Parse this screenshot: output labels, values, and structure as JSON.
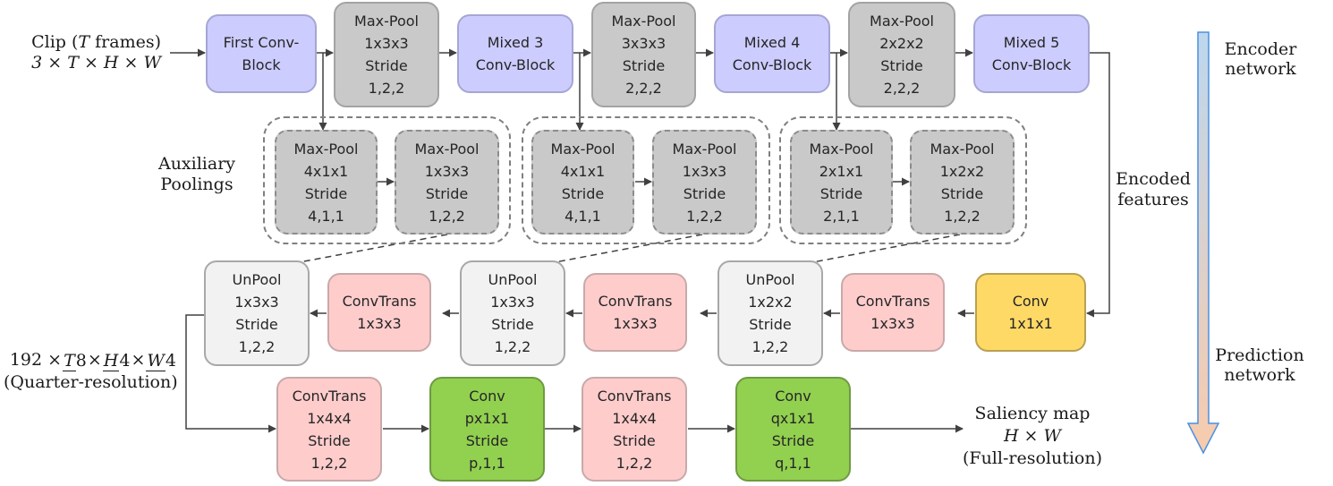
{
  "input": {
    "line1_pre": "Clip (",
    "line1_var": "T",
    "line1_post": " frames)",
    "line2": "3 × T × H × W"
  },
  "encoder": [
    {
      "lines": [
        "First Conv-",
        "Block"
      ]
    },
    {
      "lines": [
        "Max-Pool",
        "1x3x3",
        "Stride",
        "1,2,2"
      ]
    },
    {
      "lines": [
        "Mixed 3",
        "Conv-Block"
      ]
    },
    {
      "lines": [
        "Max-Pool",
        "3x3x3",
        "Stride",
        "2,2,2"
      ]
    },
    {
      "lines": [
        "Mixed 4",
        "Conv-Block"
      ]
    },
    {
      "lines": [
        "Max-Pool",
        "2x2x2",
        "Stride",
        "2,2,2"
      ]
    },
    {
      "lines": [
        "Mixed 5",
        "Conv-Block"
      ]
    }
  ],
  "aux_label": [
    "Auxiliary",
    "Poolings"
  ],
  "aux_groups": [
    {
      "a": [
        "Max-Pool",
        "4x1x1",
        "Stride",
        "4,1,1"
      ],
      "b": [
        "Max-Pool",
        "1x3x3",
        "Stride",
        "1,2,2"
      ]
    },
    {
      "a": [
        "Max-Pool",
        "4x1x1",
        "Stride",
        "4,1,1"
      ],
      "b": [
        "Max-Pool",
        "1x3x3",
        "Stride",
        "1,2,2"
      ]
    },
    {
      "a": [
        "Max-Pool",
        "2x1x1",
        "Stride",
        "2,1,1"
      ],
      "b": [
        "Max-Pool",
        "1x2x2",
        "Stride",
        "1,2,2"
      ]
    }
  ],
  "decoder1": [
    {
      "lines": [
        "UnPool",
        "1x3x3",
        "Stride",
        "1,2,2"
      ]
    },
    {
      "lines": [
        "ConvTrans",
        "1x3x3"
      ]
    },
    {
      "lines": [
        "UnPool",
        "1x3x3",
        "Stride",
        "1,2,2"
      ]
    },
    {
      "lines": [
        "ConvTrans",
        "1x3x3"
      ]
    },
    {
      "lines": [
        "UnPool",
        "1x2x2",
        "Stride",
        "1,2,2"
      ]
    },
    {
      "lines": [
        "ConvTrans",
        "1x3x3"
      ]
    },
    {
      "lines": [
        "Conv",
        "1x1x1"
      ]
    }
  ],
  "decoder2": [
    {
      "lines": [
        "ConvTrans",
        "1x4x4",
        "Stride",
        "1,2,2"
      ]
    },
    {
      "lines": [
        "Conv",
        "px1x1",
        "Stride",
        "p,1,1"
      ]
    },
    {
      "lines": [
        "ConvTrans",
        "1x4x4",
        "Stride",
        "1,2,2"
      ]
    },
    {
      "lines": [
        "Conv",
        "qx1x1",
        "Stride",
        "q,1,1"
      ]
    }
  ],
  "encoded_label": [
    "Encoded",
    "features"
  ],
  "quarter": {
    "lead": "192 ×",
    "f1n": "T",
    "f1d": "8",
    "f2n": "H",
    "f2d": "4",
    "f3n": "W",
    "f3d": "4",
    "times": "×",
    "note": "(Quarter-resolution)"
  },
  "saliency": {
    "line1": "Saliency map",
    "line2": "H × W",
    "line3": "(Full-resolution)"
  },
  "side": {
    "encoder": [
      "Encoder",
      "network"
    ],
    "prediction": [
      "Prediction",
      "network"
    ]
  },
  "colors": {
    "conv_block": "#ccccff",
    "pool": "#c9c9c9",
    "unpool": "#f2f2f2",
    "conv_trans": "#ffcccc",
    "conv_1x1": "#ffd966",
    "conv_green": "#92d050",
    "arrow_top": "#bdd7ee",
    "arrow_bottom": "#f8cbad",
    "arrow_edge": "#4a90e2"
  }
}
